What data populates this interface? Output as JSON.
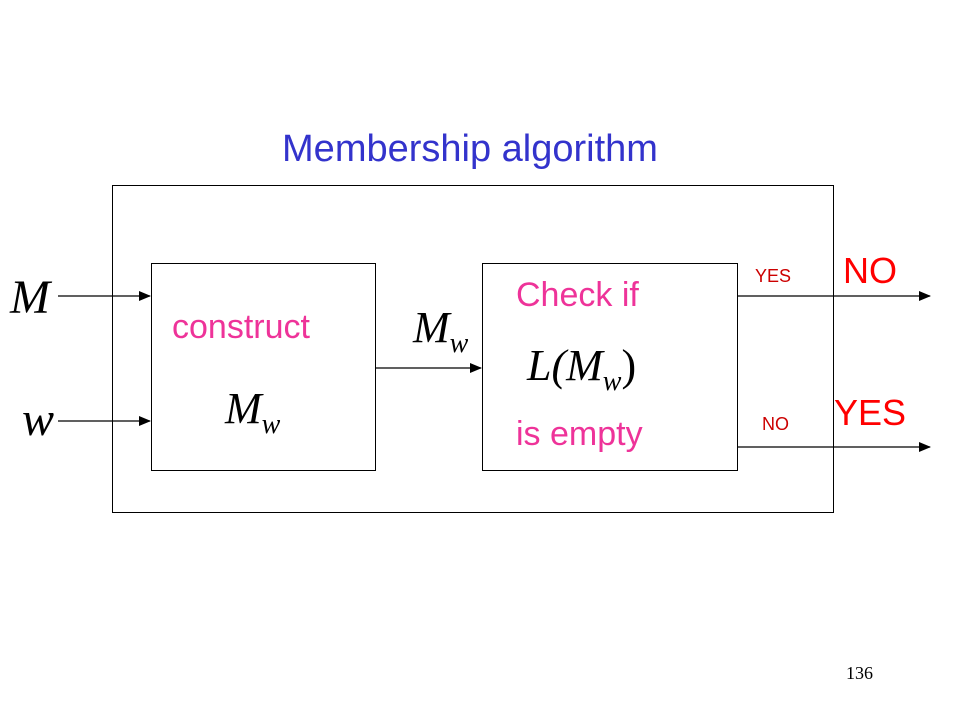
{
  "title": "Membership algorithm",
  "inputs": {
    "machine": "M",
    "word": "w"
  },
  "construct_box": {
    "label": "construct",
    "math_base": "M",
    "math_sub": "w"
  },
  "middle_arrow": {
    "math_base": "M",
    "math_sub": "w"
  },
  "check_box": {
    "line1": "Check if",
    "math_prefix": "L(",
    "math_base": "M",
    "math_sub": "w",
    "math_suffix": ")",
    "line3": "is empty"
  },
  "branches": {
    "top": {
      "condition": "YES",
      "result": "NO"
    },
    "bottom": {
      "condition": "NO",
      "result": "YES"
    }
  },
  "slide_number": "136",
  "colors": {
    "title": "#3333cc",
    "box_text": "#ee3399",
    "result": "#ff0000"
  }
}
